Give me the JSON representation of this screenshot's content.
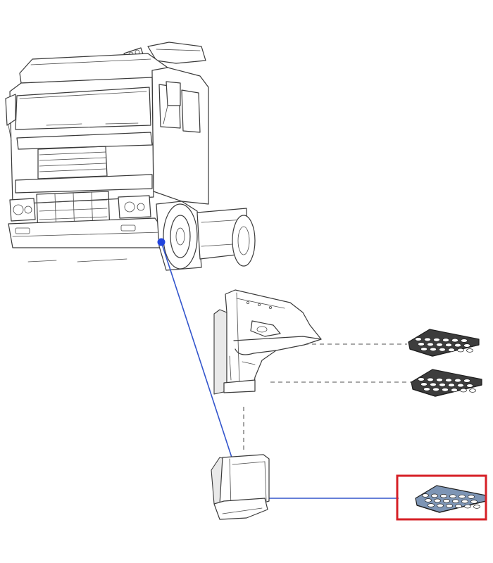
{
  "colors": {
    "connector_line": "#3355cc",
    "connector_dot": "#2244dd",
    "highlight_frame": "#d61f26",
    "dashed_guide": "#8c8c8c",
    "line_art": "#3a3a3a",
    "selected_grate": "#7d95b5",
    "grate_dark": "#3d3d3d"
  },
  "parts": [
    {
      "id": "truck-cab",
      "icon": "truck-cab-front-view"
    },
    {
      "id": "upper-step-housing",
      "icon": "step-housing-with-wheel-arch"
    },
    {
      "id": "lower-step-housing",
      "icon": "lower-step-housing"
    },
    {
      "id": "step-grate-upper",
      "icon": "step-grate"
    },
    {
      "id": "step-grate-middle",
      "icon": "step-grate"
    },
    {
      "id": "step-grate-selected",
      "icon": "step-grate",
      "highlighted": true
    }
  ]
}
